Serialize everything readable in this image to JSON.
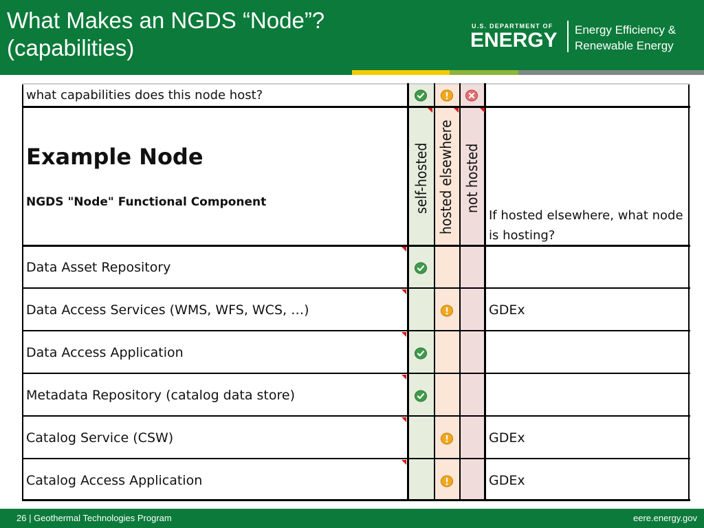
{
  "slide": {
    "title": "What Makes an NGDS “Node”?\n(capabilities)"
  },
  "logo": {
    "agency_small": "U.S. DEPARTMENT OF",
    "agency_big": "ENERGY",
    "office_line1": "Energy Efficiency &",
    "office_line2": "Renewable Energy"
  },
  "stripe_colors": [
    "#0b7a3a",
    "#f2cc00",
    "#8db53a",
    "#7f8a84"
  ],
  "table": {
    "question": "what capabilities does this node host?",
    "legend_icons": [
      "check-icon",
      "exclamation-icon",
      "x-icon"
    ],
    "example_heading": "Example Node",
    "component_heading": "NGDS \"Node\" Functional Component",
    "column_headers": [
      "self-hosted",
      "hosted elsewhere",
      "not hosted"
    ],
    "hosting_question": "If hosted elsewhere, what node is hosting?",
    "column_colors": {
      "self_hosted": "#e6eddd",
      "hosted_elsewhere": "#fbe6d8",
      "not_hosted": "#f1dcdc"
    },
    "rows": [
      {
        "label": "Data Asset Repository",
        "status": "self-hosted",
        "host": ""
      },
      {
        "label": "Data Access Services (WMS, WFS, WCS, …)",
        "status": "hosted elsewhere",
        "host": "GDEx"
      },
      {
        "label": "Data Access Application",
        "status": "self-hosted",
        "host": ""
      },
      {
        "label": "Metadata Repository (catalog data store)",
        "status": "self-hosted",
        "host": ""
      },
      {
        "label": "Catalog Service (CSW)",
        "status": "hosted elsewhere",
        "host": "GDEx"
      },
      {
        "label": "Catalog Access Application",
        "status": "hosted elsewhere",
        "host": "GDEx"
      }
    ]
  },
  "footer": {
    "page_number": "26",
    "program": "| Geothermal Technologies Program",
    "url": "eere.energy.gov"
  }
}
